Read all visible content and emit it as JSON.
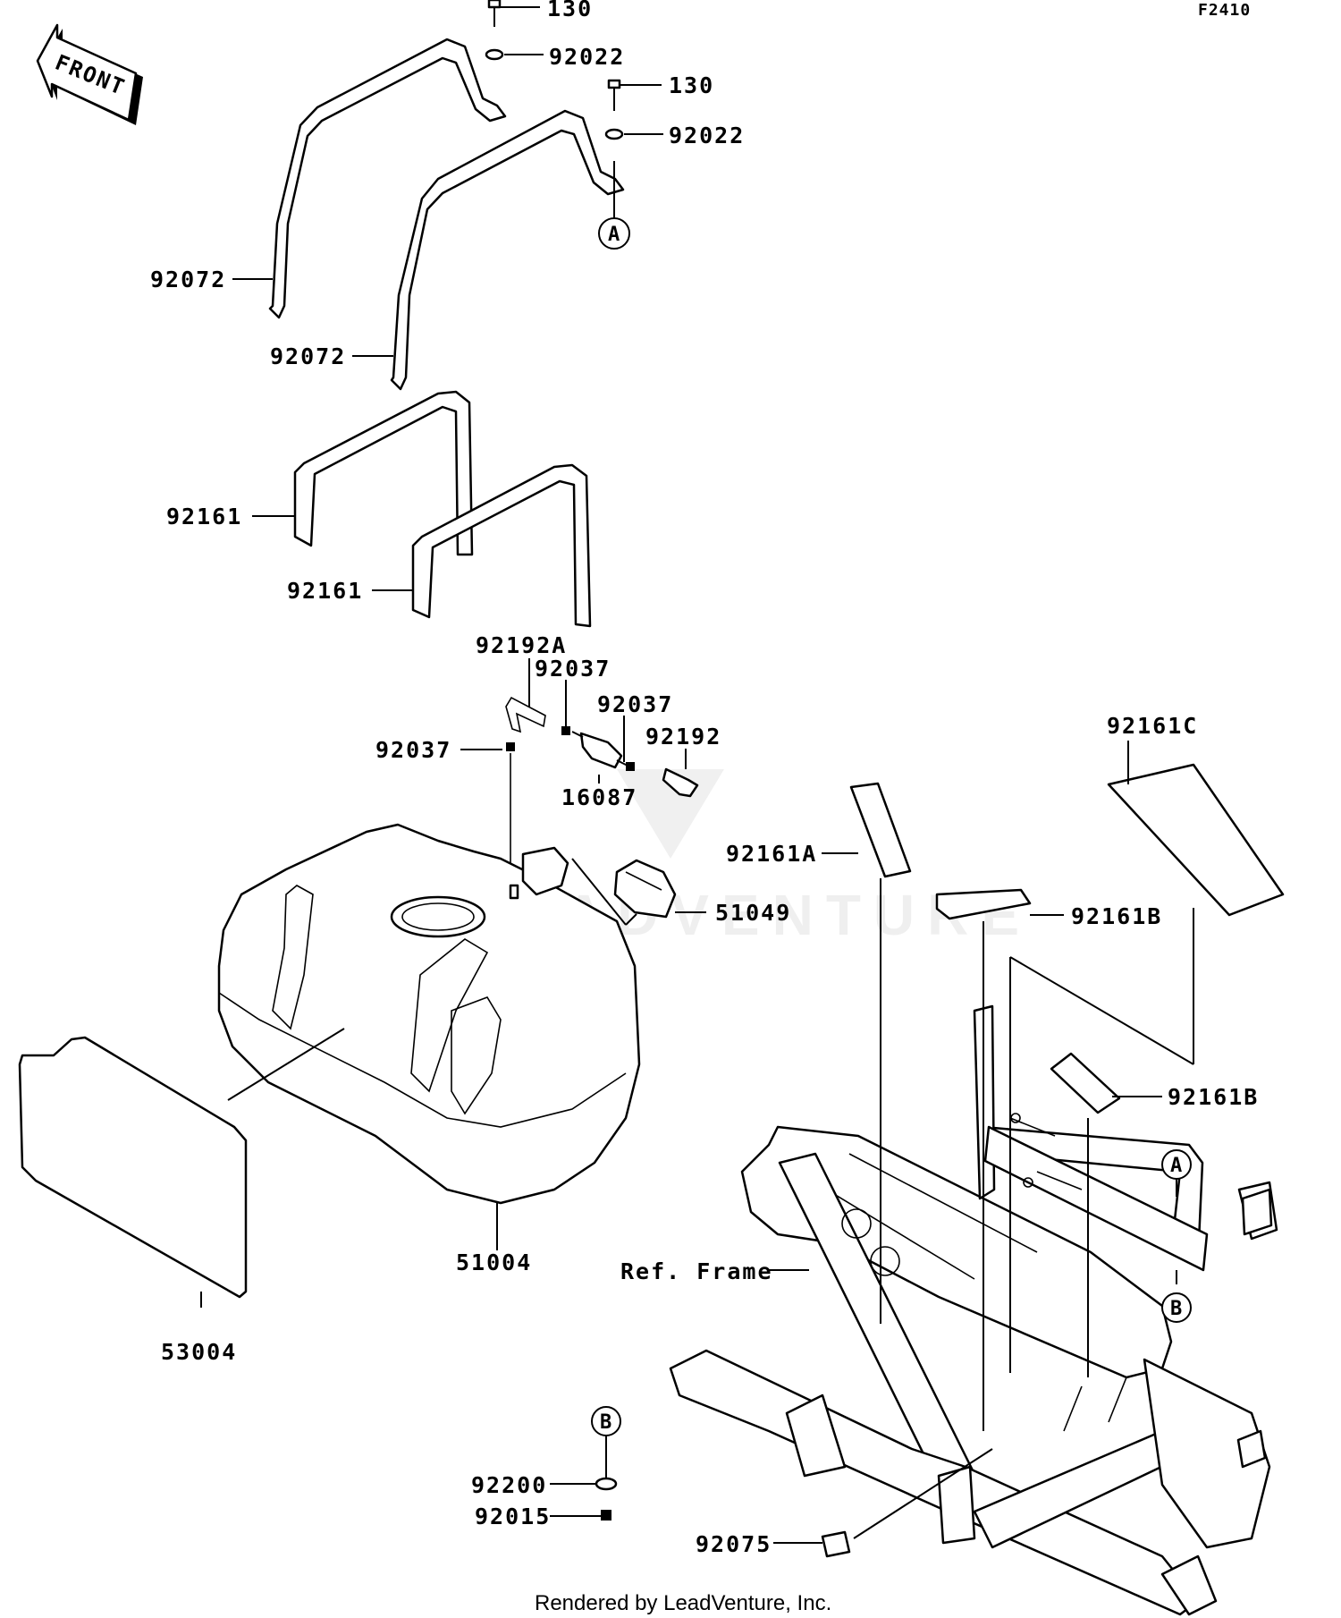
{
  "figure_code": "F2410",
  "front_arrow_label": "FRONT",
  "footer": "Rendered by LeadVenture, Inc.",
  "watermark": "LEADVENTURE",
  "callouts": {
    "a_top": "A",
    "a_frame": "A",
    "b_frame": "B",
    "b_bottom": "B"
  },
  "parts": {
    "bolt_1": "130",
    "washer_1": "92022",
    "bolt_2": "130",
    "washer_2": "92022",
    "band_1": "92072",
    "band_2": "92072",
    "pad_1": "92161",
    "pad_2": "92161",
    "hose_a": "92192A",
    "clamp_1": "92037",
    "clamp_2": "92037",
    "hose": "92192",
    "clamp_3": "92037",
    "valve": "16087",
    "cap": "51049",
    "pad_c": "92161C",
    "pad_a": "92161A",
    "pad_b1": "92161B",
    "pad_b2": "92161B",
    "tank": "51004",
    "frame_ref": "Ref. Frame",
    "cover": "53004",
    "washer_3": "92200",
    "nut": "92015",
    "pad_75": "92075"
  }
}
